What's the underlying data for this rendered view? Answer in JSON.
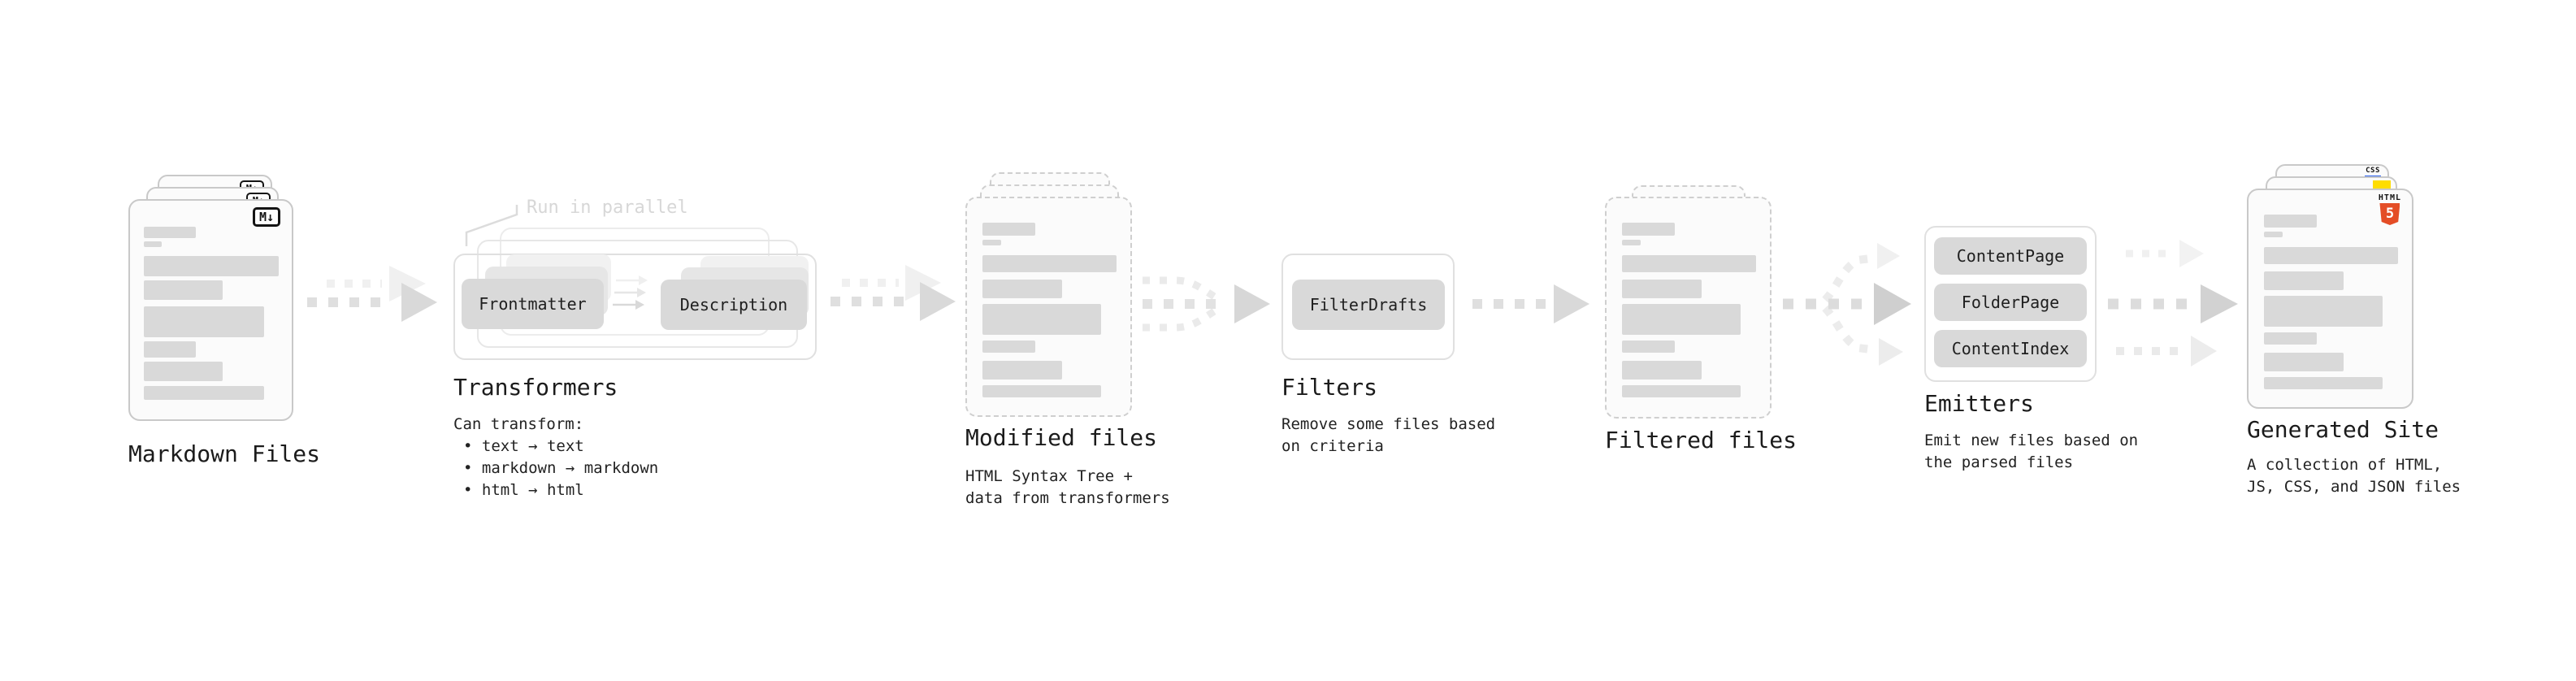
{
  "stages": {
    "markdown": {
      "title": "Markdown Files",
      "badge": "M↓"
    },
    "transformers": {
      "annotation": "Run in parallel",
      "pill_frontmatter": "Frontmatter",
      "pill_description": "Description",
      "title": "Transformers",
      "caption": "Can transform:",
      "bullets": [
        "• text → text",
        "• markdown → markdown",
        "• html → html"
      ]
    },
    "modified": {
      "title": "Modified files",
      "caption_lines": [
        "HTML Syntax Tree +",
        "data from transformers"
      ]
    },
    "filters": {
      "pill_filterdrafts": "FilterDrafts",
      "title": "Filters",
      "caption_lines": [
        "Remove some files based",
        "on criteria"
      ]
    },
    "filtered": {
      "title": "Filtered files"
    },
    "emitters": {
      "pills": [
        "ContentPage",
        "FolderPage",
        "ContentIndex"
      ],
      "title": "Emitters",
      "caption_lines": [
        "Emit new files based on",
        "the parsed files"
      ]
    },
    "generated": {
      "title": "Generated Site",
      "caption_lines": [
        "A collection of HTML,",
        "JS, CSS, and JSON files"
      ],
      "badge_css": "CSS",
      "badge_html_label": "HTML",
      "badge_html_number": "5"
    }
  },
  "colors": {
    "doc_fill": "#fbfbfb",
    "doc_border": "#c9c9c9",
    "placeholder_bar": "#d9d9d9",
    "pill_fill": "#d9d9d9",
    "arrow_main": "#dfdfdf",
    "arrow_ghost": "#f0f0f0",
    "annotation_gray": "#d7d7d7",
    "html5_orange": "#e44d26",
    "js_yellow": "#ffdd00",
    "css_blue": "#2b62f1",
    "text_dark": "#1b1b1b"
  }
}
